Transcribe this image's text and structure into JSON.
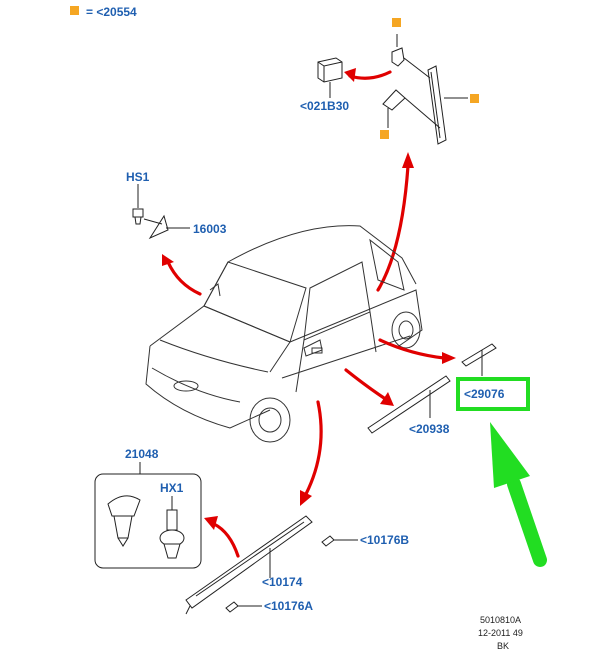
{
  "legend": {
    "text": "= <20554",
    "color": "#f5a623"
  },
  "labels": {
    "l021B30": "<021B30",
    "hs1": "HS1",
    "l16003": "16003",
    "l29076": "<29076",
    "l20938": "<20938",
    "l21048": "21048",
    "hx1": "HX1",
    "l10176B": "<10176B",
    "l10174": "<10174",
    "l10176A": "<10176A"
  },
  "footer": {
    "code": "5010810A",
    "date": "12-2011 49",
    "suffix": "BK"
  },
  "colors": {
    "label": "#1f5fb0",
    "arrow_red": "#e00000",
    "highlight_green": "#22dd22",
    "marker_orange": "#f5a623"
  },
  "highlighted_part": "<29076"
}
